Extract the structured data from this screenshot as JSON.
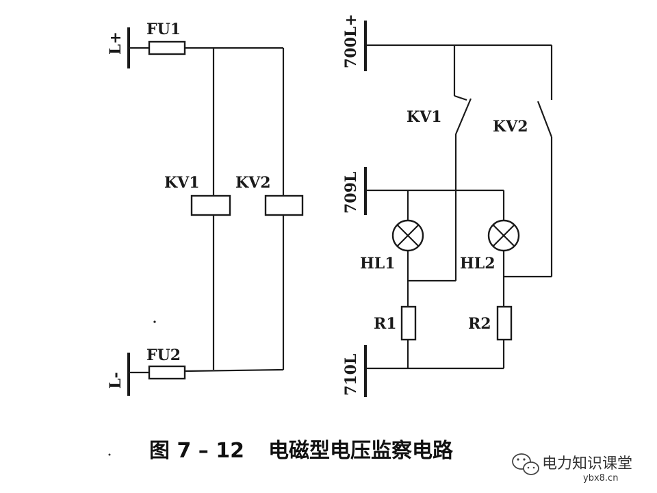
{
  "left_circuit": {
    "bus_top_label": "L+",
    "bus_bottom_label": "L-",
    "fuse_top_label": "FU1",
    "fuse_bottom_label": "FU2",
    "relay1_label": "KV1",
    "relay2_label": "KV2"
  },
  "right_circuit": {
    "bus_700_label": "700L+",
    "bus_709_label": "709L",
    "bus_710_label": "710L",
    "contact1_label": "KV1",
    "contact2_label": "KV2",
    "lamp1_label": "HL1",
    "lamp2_label": "HL2",
    "resistor1_label": "R1",
    "resistor2_label": "R2"
  },
  "caption": {
    "figure_number": "图 7 – 12",
    "title": "电磁型电压监察电路"
  },
  "watermark": {
    "brand": "电力知识课堂",
    "site": "ybx8.cn"
  }
}
